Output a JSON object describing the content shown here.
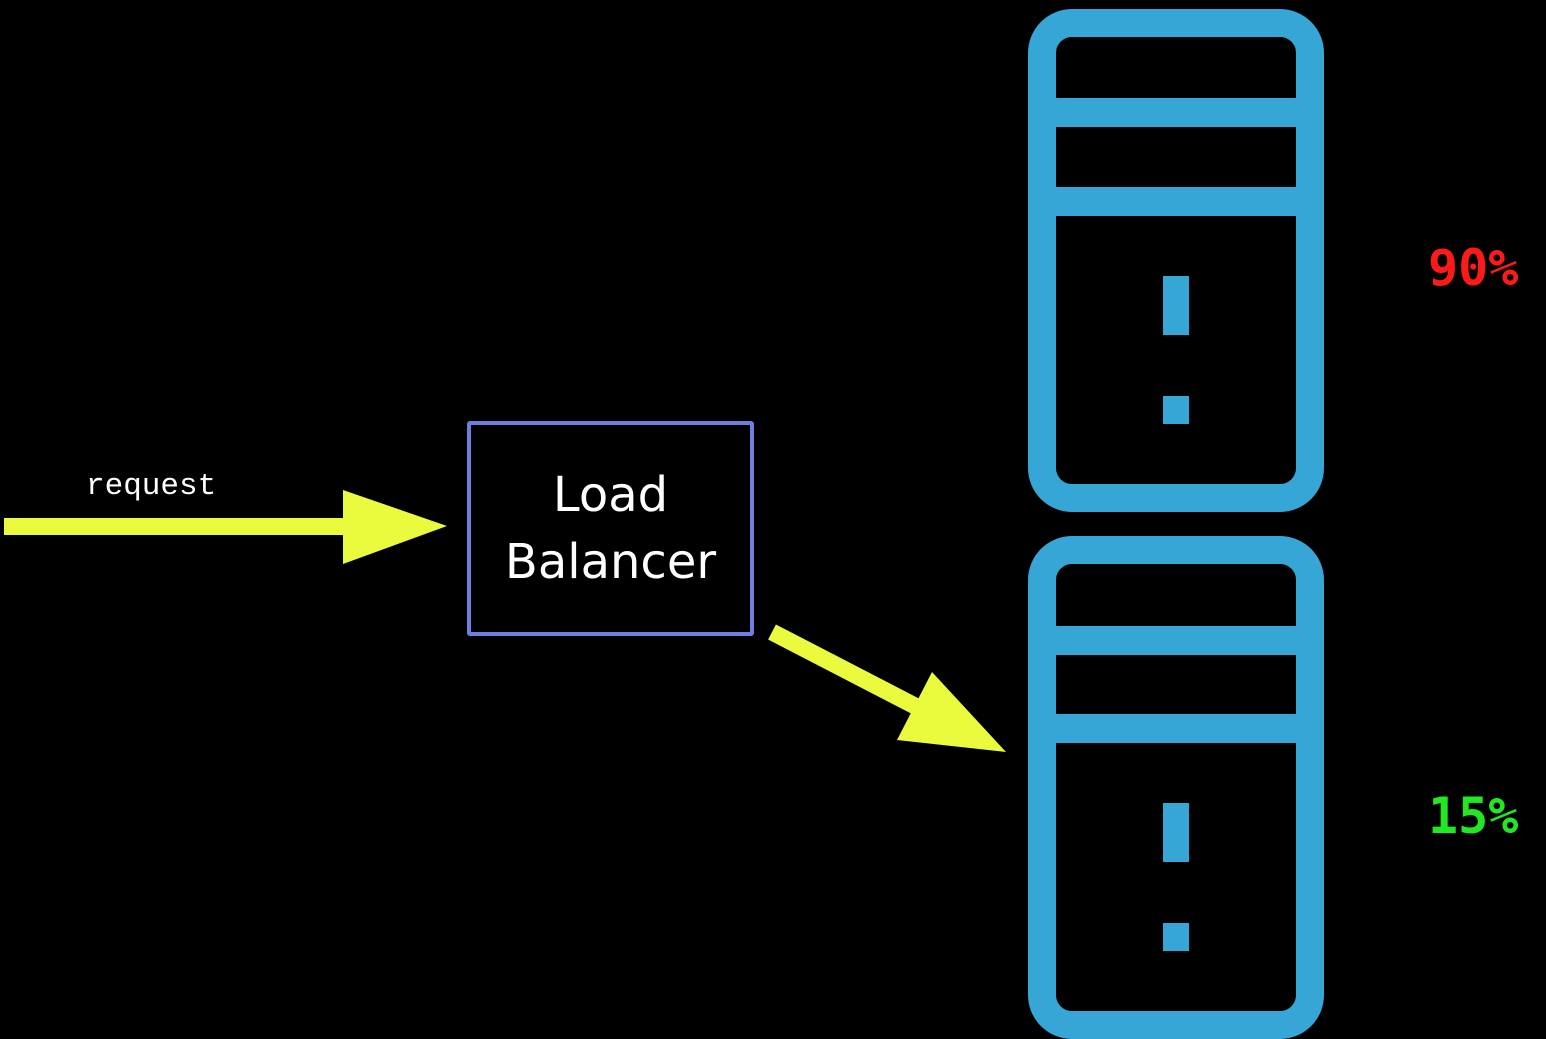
{
  "request_label": "request",
  "load_balancer": {
    "line1": "Load",
    "line2": "Balancer",
    "border_color": "#6e7fe0"
  },
  "servers": [
    {
      "load": "90%",
      "load_color": "#ff1a1a",
      "icon": "server-icon"
    },
    {
      "load": "15%",
      "load_color": "#22e822",
      "icon": "server-icon"
    }
  ],
  "colors": {
    "background": "#000000",
    "arrow": "#e9fb3c",
    "server": "#35a6d6"
  }
}
